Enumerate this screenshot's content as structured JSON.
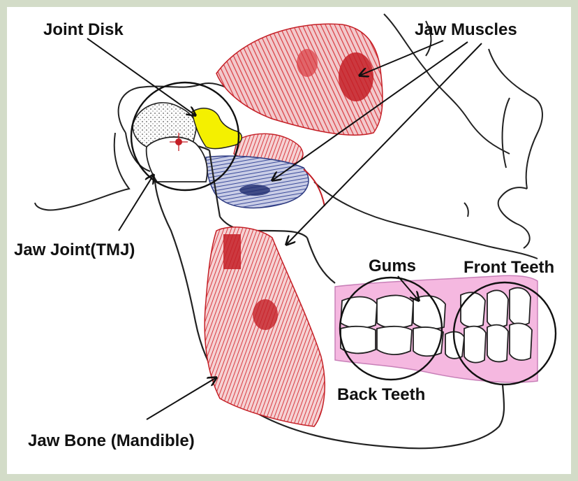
{
  "labels": {
    "joint_disk": "Joint Disk",
    "jaw_muscles": "Jaw Muscles",
    "jaw_joint": "Jaw Joint(TMJ)",
    "gums": "Gums",
    "front_teeth": "Front Teeth",
    "back_teeth": "Back Teeth",
    "jaw_bone": "Jaw Bone (Mandible)"
  },
  "colors": {
    "frame": "#d3dcc8",
    "outline": "#222222",
    "muscle_red": "#d93a40",
    "muscle_dark": "#c41f26",
    "muscle_blue": "#3a4a9a",
    "disk_yellow": "#f4f000",
    "gum_pink": "#f5b8e0"
  }
}
